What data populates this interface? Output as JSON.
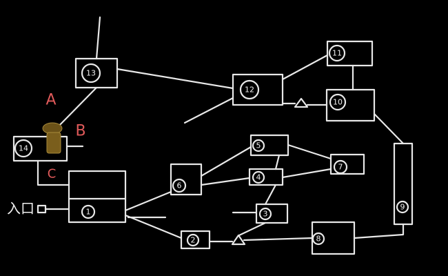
{
  "labels": {
    "a": "A",
    "b": "B",
    "c": "C",
    "entrance": "入口"
  },
  "nodes": {
    "n1": "1",
    "n2": "2",
    "n3": "3",
    "n4": "4",
    "n5": "5",
    "n6": "6",
    "n7": "7",
    "n8": "8",
    "n9": "9",
    "n10": "10",
    "n11": "11",
    "n12": "12",
    "n13": "13",
    "n14": "14"
  },
  "colors": {
    "label": "#e05a5a",
    "line": "#e8e8e8",
    "figure": "#8a6a1e"
  }
}
